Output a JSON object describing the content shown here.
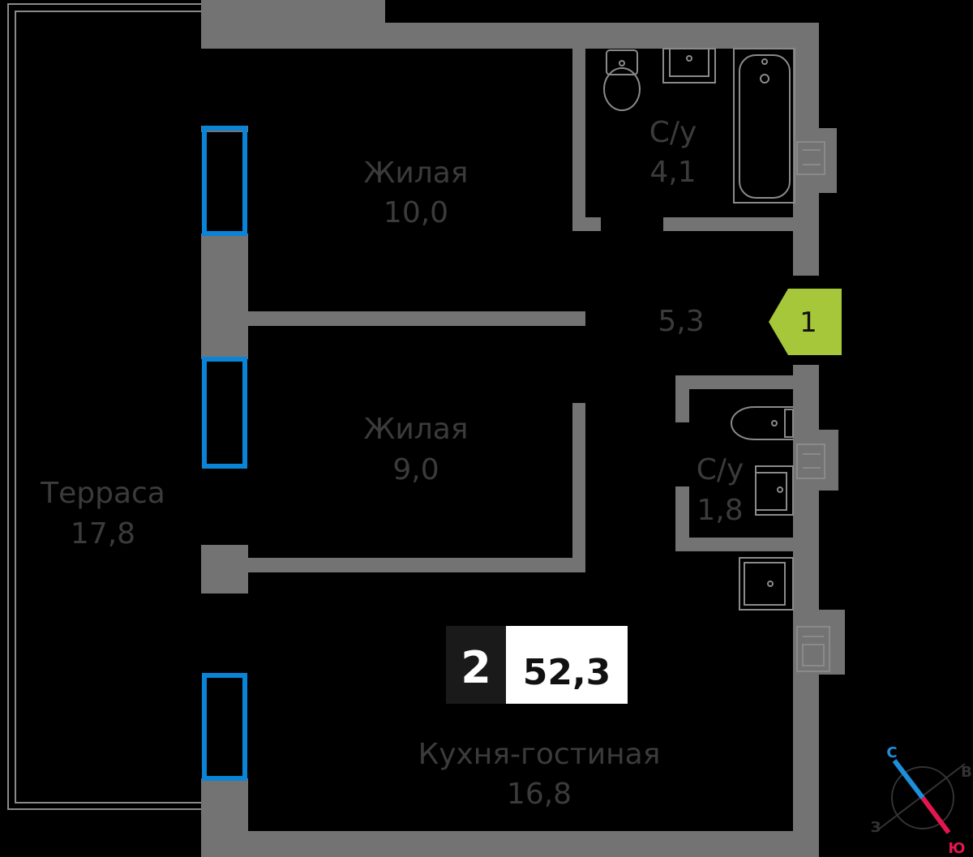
{
  "plan": {
    "rooms": [
      {
        "id": "living-1",
        "label": "Жилая",
        "area": "10,0"
      },
      {
        "id": "bathroom-1",
        "label": "С/у",
        "area": "4,1"
      },
      {
        "id": "hallway",
        "label": "",
        "area": "5,3"
      },
      {
        "id": "living-2",
        "label": "Жилая",
        "area": "9,0"
      },
      {
        "id": "bathroom-2",
        "label": "С/у",
        "area": "1,8"
      },
      {
        "id": "terrace",
        "label": "Терраса",
        "area": "17,8"
      },
      {
        "id": "kitchen-living",
        "label": "Кухня-гостиная",
        "area": "16,8"
      }
    ],
    "entrance": {
      "label": "1"
    },
    "summary": {
      "rooms_count": "2",
      "total_area": "52,3"
    },
    "compass": {
      "north": "С",
      "east": "В",
      "south": "Ю",
      "west": "З"
    }
  },
  "colors": {
    "background": "#000000",
    "wall": "#737373",
    "window": "#0a84d6",
    "room_text": "#3b3b3b",
    "entrance_marker": "#a7c73a",
    "compass_north": "#1f8fd9",
    "compass_south": "#e2174f"
  }
}
